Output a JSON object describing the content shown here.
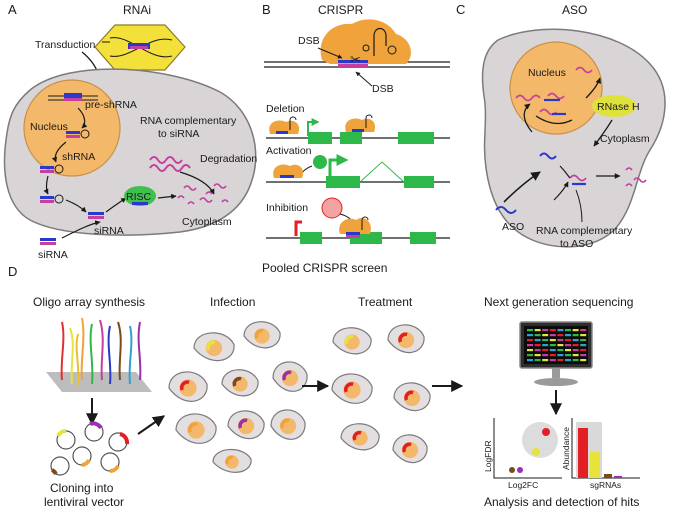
{
  "panel_letters": {
    "a": "A",
    "b": "B",
    "c": "C",
    "d": "D"
  },
  "panel_a": {
    "title": "RNAi",
    "transduction": "Transduction",
    "nucleus": "Nucleus",
    "pre_shrna": "pre-shRNA",
    "shrna": "shRNA",
    "rna_complementary_l1": "RNA complementary",
    "rna_complementary_l2": "to siRNA",
    "degradation": "Degradation",
    "risc": "RISC",
    "sirna_inside": "siRNA",
    "sirna_outside": "siRNA",
    "cytoplasm": "Cytoplasm"
  },
  "panel_b": {
    "title": "CRISPR",
    "dsb_top": "DSB",
    "dsb_bottom": "DSB",
    "deletion": "Deletion",
    "activation": "Activation",
    "inhibition": "Inhibition"
  },
  "panel_c": {
    "title": "ASO",
    "nucleus": "Nucleus",
    "rnase_h": "RNase H",
    "cytoplasm": "Cytoplasm",
    "aso": "ASO",
    "rna_complementary_l1": "RNA complementary",
    "rna_complementary_l2": "to ASO"
  },
  "panel_d": {
    "title": "Pooled CRISPR screen",
    "oligo_synthesis": "Oligo array synthesis",
    "infection": "Infection",
    "treatment": "Treatment",
    "ngs": "Next generation sequencing",
    "cloning_l1": "Cloning into",
    "cloning_l2": "lentiviral vector",
    "analysis": "Analysis and detection of hits",
    "logfdr": "LogFDR",
    "log2fc": "Log2FC",
    "abundance": "Abundance",
    "sgrnas": "sgRNAs"
  },
  "colors": {
    "cell_fill": "#d9d4d6",
    "cell_edge": "#7d7a7b",
    "nucleus": "#f4b86a",
    "protein": "#f0a33a",
    "strand_blue": "#2a39c9",
    "strand_magenta": "#c43fa0",
    "green": "#2fb84a",
    "red": "#e31e24",
    "yellow": "#e6e43a",
    "risc_green": "#3fbf4e",
    "rnaseh_yellow": "#dfe23d"
  }
}
